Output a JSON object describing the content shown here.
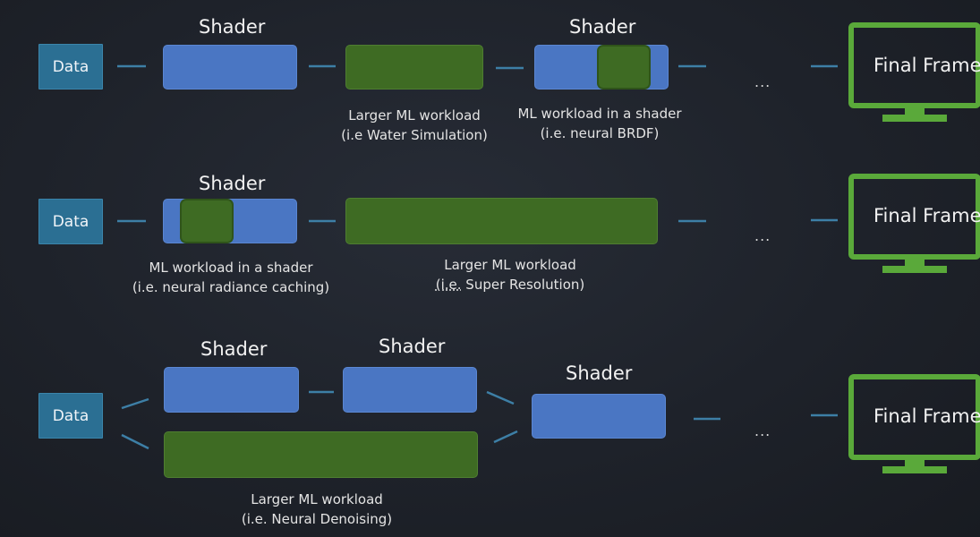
{
  "rows": [
    {
      "data_label": "Data",
      "shader_headings": [
        "Shader",
        "Shader"
      ],
      "captions": [
        {
          "line1": "Larger ML workload",
          "line2": "(i.e Water Simulation)"
        },
        {
          "line1": "ML workload in a shader",
          "line2": "(i.e. neural BRDF)"
        }
      ],
      "ellipsis": "...",
      "final_label": "Final Frame"
    },
    {
      "data_label": "Data",
      "shader_headings": [
        "Shader"
      ],
      "captions": [
        {
          "line1": "ML workload in a shader",
          "line2": "(i.e. neural radiance caching)"
        },
        {
          "line1": "Larger ML workload",
          "line2_prefix": "(i.e.",
          "line2_rest": " Super Resolution)"
        }
      ],
      "ellipsis": "...",
      "final_label": "Final Frame"
    },
    {
      "data_label": "Data",
      "shader_headings": [
        "Shader",
        "Shader",
        "Shader"
      ],
      "captions": [
        {
          "line1": "Larger ML workload",
          "line2": "(i.e. Neural Denoising)"
        }
      ],
      "ellipsis": "...",
      "final_label": "Final Frame"
    }
  ],
  "colors": {
    "data": "#2b6f93",
    "shader": "#4a76c3",
    "ml": "#3e6b23",
    "monitor": "#5aa93a",
    "connector": "#3d7fa6"
  },
  "icons": [
    "monitor-icon"
  ]
}
